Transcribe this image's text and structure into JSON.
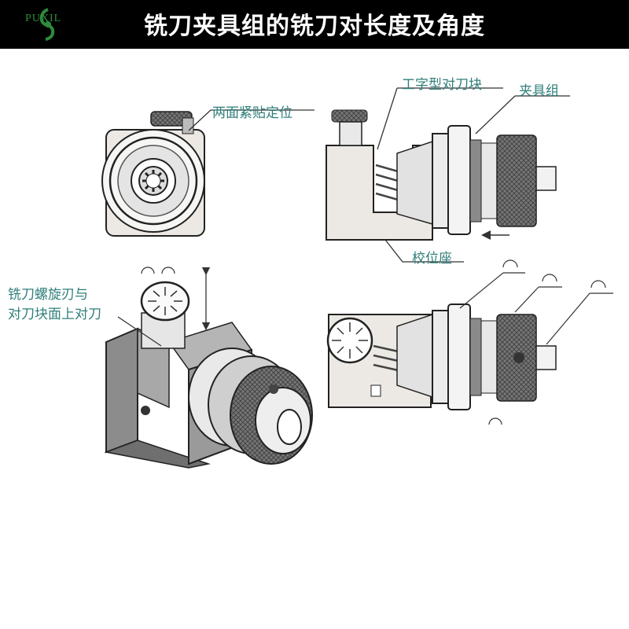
{
  "header": {
    "logo_text": "PUXIL",
    "title": "铣刀夹具组的铣刀对长度及角度"
  },
  "labels": {
    "two_faces": "两面紧贴定位",
    "i_block": "工字型对刀块",
    "fixture_group": "夹具组",
    "locator_base": "校位座",
    "helix_line1": "铣刀螺旋刃与",
    "helix_line2": "对刀块面上对刀"
  },
  "colors": {
    "header_bg": "#000000",
    "label_text": "#2f7f7a",
    "body_fill": "#ece9e4",
    "knurl_fill": "#6f6f6f",
    "metal_dark": "#7a7a7a"
  },
  "icons": [
    "logo-swirl-icon",
    "dial-icon",
    "arrow-icon",
    "rotation-arc-icon"
  ]
}
